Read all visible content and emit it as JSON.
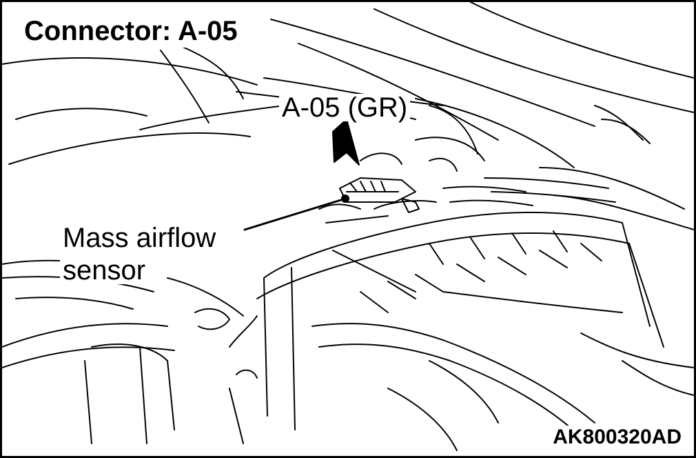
{
  "title": "Connector: A-05",
  "connector_callout": "A-05 (GR)",
  "sensor_label": {
    "line1": "Mass airflow",
    "line2": "sensor"
  },
  "figure_code": "AK800320AD",
  "colors": {
    "line": "#000000",
    "background": "#ffffff"
  }
}
